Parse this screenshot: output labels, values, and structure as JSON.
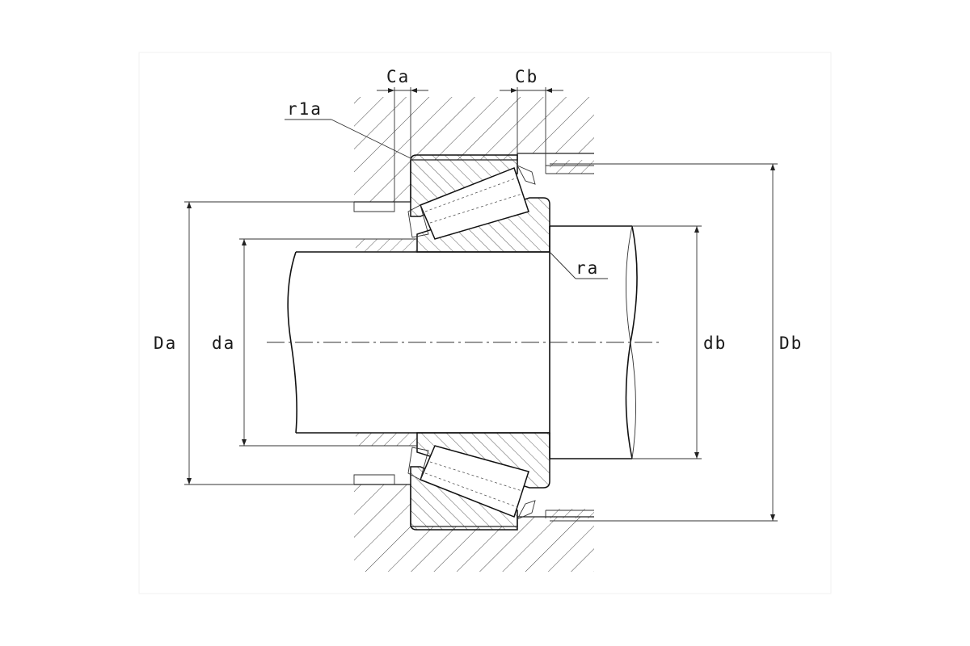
{
  "labels": {
    "Ca": "Ca",
    "Cb": "Cb",
    "r1a": "r1a",
    "ra": "ra",
    "Da": "Da",
    "da": "da",
    "db": "db",
    "Db": "Db"
  },
  "colors": {
    "line": "#222222",
    "background": "#ffffff"
  }
}
